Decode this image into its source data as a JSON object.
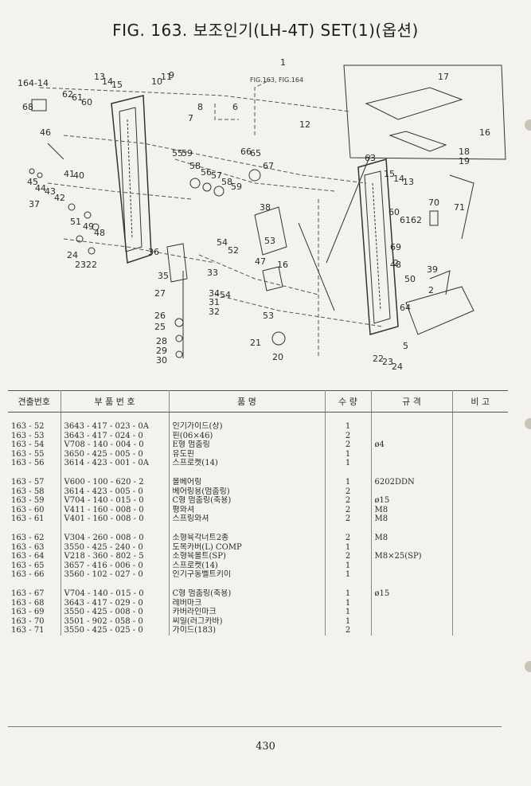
{
  "header": {
    "title": "FIG. 163. 보조인기(LH-4T) SET(1)(옵션)"
  },
  "diagram": {
    "ref_note": "FIG.163, FIG.164",
    "callouts": [
      "1",
      "2",
      "5",
      "6",
      "7",
      "8",
      "10",
      "11",
      "12",
      "13",
      "14",
      "15",
      "16",
      "17",
      "18",
      "19",
      "20",
      "21",
      "22",
      "23",
      "24",
      "25",
      "26",
      "27",
      "28",
      "29",
      "30",
      "31",
      "32",
      "33",
      "34",
      "35",
      "36",
      "37",
      "38",
      "39",
      "40",
      "41",
      "42",
      "43",
      "44",
      "45",
      "46",
      "47",
      "48",
      "49",
      "50",
      "51",
      "52",
      "53",
      "54",
      "55",
      "56",
      "57",
      "58",
      "59",
      "60",
      "61",
      "62",
      "63",
      "64",
      "65",
      "66",
      "67",
      "68",
      "69",
      "70",
      "71",
      "164-14"
    ]
  },
  "table": {
    "headers": [
      "견출번호",
      "부 품 번 호",
      "품 명",
      "수 량",
      "규 격",
      "비 고"
    ],
    "rows": [
      [
        "163 - 52",
        "3643 - 417 - 023 - 0A",
        "인기가이드(상)",
        "1",
        ""
      ],
      [
        "163 - 53",
        "3643 - 417 - 024 - 0",
        "핀(06×46)",
        "2",
        ""
      ],
      [
        "163 - 54",
        "V708 - 140 - 004 - 0",
        "E형 멈춤링",
        "2",
        "ø4"
      ],
      [
        "163 - 55",
        "3650 - 425 - 005 - 0",
        "유도핀",
        "1",
        ""
      ],
      [
        "163 - 56",
        "3614 - 423 - 001 - 0A",
        "스프로켓(14)",
        "1",
        ""
      ],
      [
        "163 - 57",
        "V600 - 100 - 620 - 2",
        "볼베어링",
        "1",
        "6202DDN"
      ],
      [
        "163 - 58",
        "3614 - 423 - 005 - 0",
        "베어링용(멈춤링)",
        "2",
        ""
      ],
      [
        "163 - 59",
        "V704 - 140 - 015 - 0",
        "C형 멈춤링(축용)",
        "2",
        "ø15"
      ],
      [
        "163 - 60",
        "V411 - 160 - 008 - 0",
        "평와셔",
        "2",
        "M8"
      ],
      [
        "163 - 61",
        "V401 - 160 - 008 - 0",
        "스프링와셔",
        "2",
        "M8"
      ],
      [
        "163 - 62",
        "V304 - 260 - 008 - 0",
        "소형육각너트2종",
        "2",
        "M8"
      ],
      [
        "163 - 63",
        "3550 - 425 - 240 - 0",
        "도복카버(L) COMP",
        "1",
        ""
      ],
      [
        "163 - 64",
        "V218 - 360 - 802 - 5",
        "소형육볼트(SP)",
        "2",
        "M8×25(SP)"
      ],
      [
        "163 - 65",
        "3657 - 416 - 006 - 0",
        "스프로켓(14)",
        "1",
        ""
      ],
      [
        "163 - 66",
        "3560 - 102 - 027 - 0",
        "인기구동벨트키이",
        "1",
        ""
      ],
      [
        "163 - 67",
        "V704 - 140 - 015 - 0",
        "C형 멈춤링(축용)",
        "1",
        "ø15"
      ],
      [
        "163 - 68",
        "3643 - 417 - 029 - 0",
        "레버마크",
        "1",
        ""
      ],
      [
        "163 - 69",
        "3550 - 425 - 008 - 0",
        "카버라인마크",
        "1",
        ""
      ],
      [
        "163 - 70",
        "3501 - 902 - 058 - 0",
        "씨일(러그카바)",
        "1",
        ""
      ],
      [
        "163 - 71",
        "3550 - 425 - 025 - 0",
        "가이드(183)",
        "2",
        ""
      ]
    ]
  },
  "footer": {
    "page_number": "430"
  }
}
